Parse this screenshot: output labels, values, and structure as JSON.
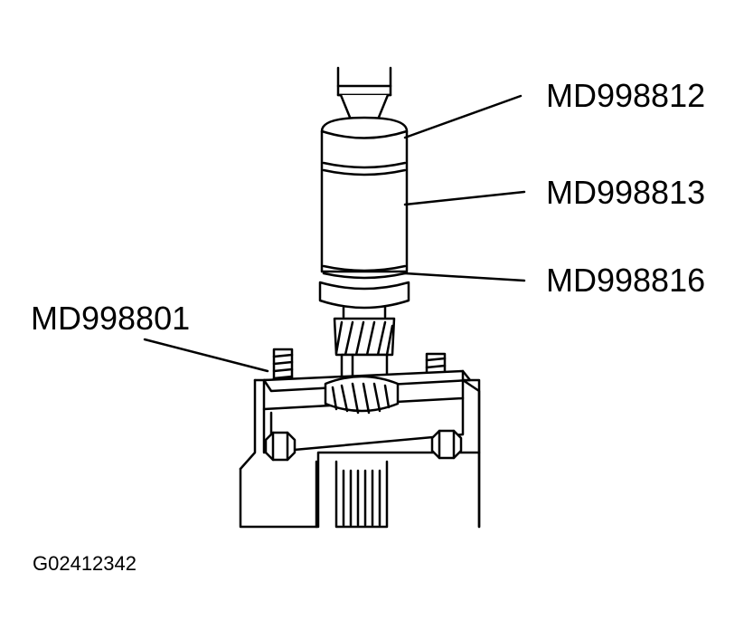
{
  "callouts": {
    "top_tool": "MD998812",
    "middle_tool": "MD998813",
    "lower_tool": "MD998816",
    "clamp_tool": "MD998801"
  },
  "figure_id": "G02412342",
  "colors": {
    "line": "#000000",
    "fill": "#ffffff"
  }
}
